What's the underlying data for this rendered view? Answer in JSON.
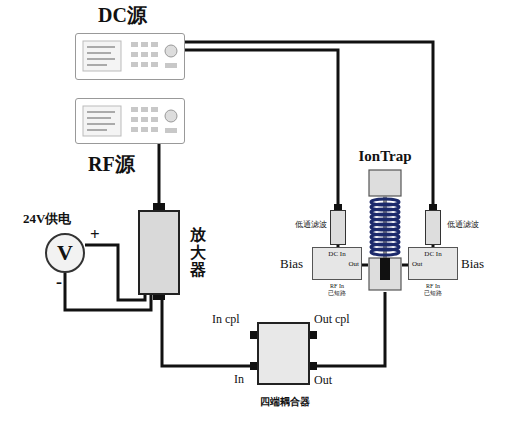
{
  "diagram": {
    "nodes": [
      {
        "text": [
          "DC源"
        ]
      },
      {
        "text": [
          "RF源"
        ]
      },
      {
        "text": [
          "24V供电",
          "V"
        ]
      },
      {
        "text": [
          "放大器"
        ]
      },
      {
        "text": [
          "IonTrap"
        ]
      },
      {
        "text": [
          "低通滤波"
        ]
      },
      {
        "text": [
          "低通滤波"
        ]
      },
      {
        "text": [
          "Bias",
          "DC In",
          "Out",
          "RF In 已短路"
        ]
      },
      {
        "text": [
          "Bias",
          "DC In",
          "Out",
          "RF In 已短路"
        ]
      },
      {
        "text": [
          "In cpl",
          "Out cpl",
          "In",
          "Out",
          "四端耦合器"
        ]
      }
    ],
    "edges": [
      {
        "from": 0,
        "to": 6,
        "arrow": "none"
      },
      {
        "from": 0,
        "to": 5,
        "arrow": "none"
      },
      {
        "from": 1,
        "to": 3,
        "arrow": "none"
      },
      {
        "from": 2,
        "to": 3,
        "arrow": "none"
      },
      {
        "from": 2,
        "to": 3,
        "arrow": "none"
      },
      {
        "from": 3,
        "to": 9,
        "arrow": "none"
      },
      {
        "from": 9,
        "to": 4,
        "arrow": "none"
      },
      {
        "from": 5,
        "to": 7,
        "arrow": "none"
      },
      {
        "from": 6,
        "to": 8,
        "arrow": "none"
      },
      {
        "from": 7,
        "to": 4,
        "arrow": "none"
      },
      {
        "from": 8,
        "to": 4,
        "arrow": "none"
      }
    ],
    "labels": [
      "+",
      "-"
    ]
  }
}
